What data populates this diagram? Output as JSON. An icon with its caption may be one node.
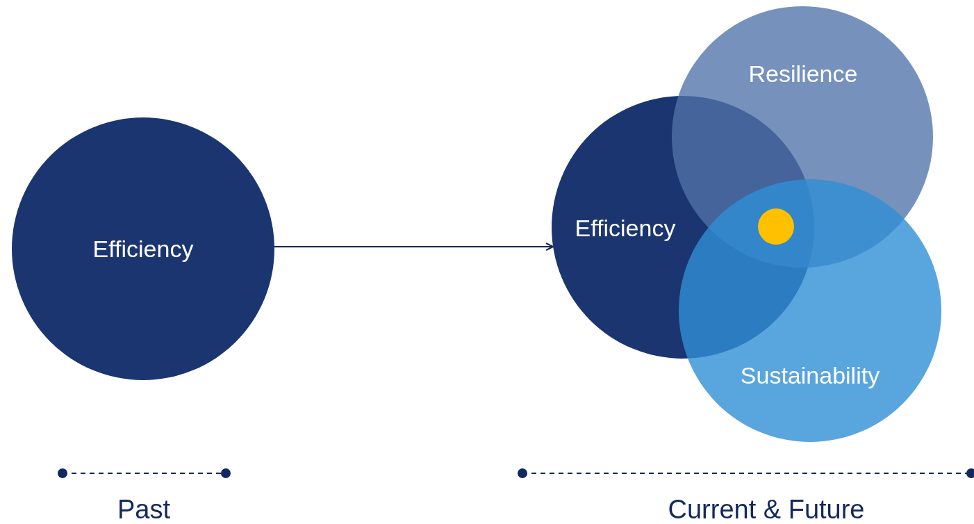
{
  "diagram": {
    "nodes": [
      {
        "text": [
          "Efficiency"
        ]
      },
      {
        "text": [
          "Efficiency"
        ]
      },
      {
        "text": [
          "Resilience"
        ]
      },
      {
        "text": [
          "Sustainability"
        ]
      },
      {
        "text": [],
        "shape": "circle"
      }
    ],
    "edges": [
      {
        "from": 0,
        "to": 1,
        "arrow": "to"
      }
    ],
    "labels": [
      "Past",
      "Current & Future"
    ]
  }
}
